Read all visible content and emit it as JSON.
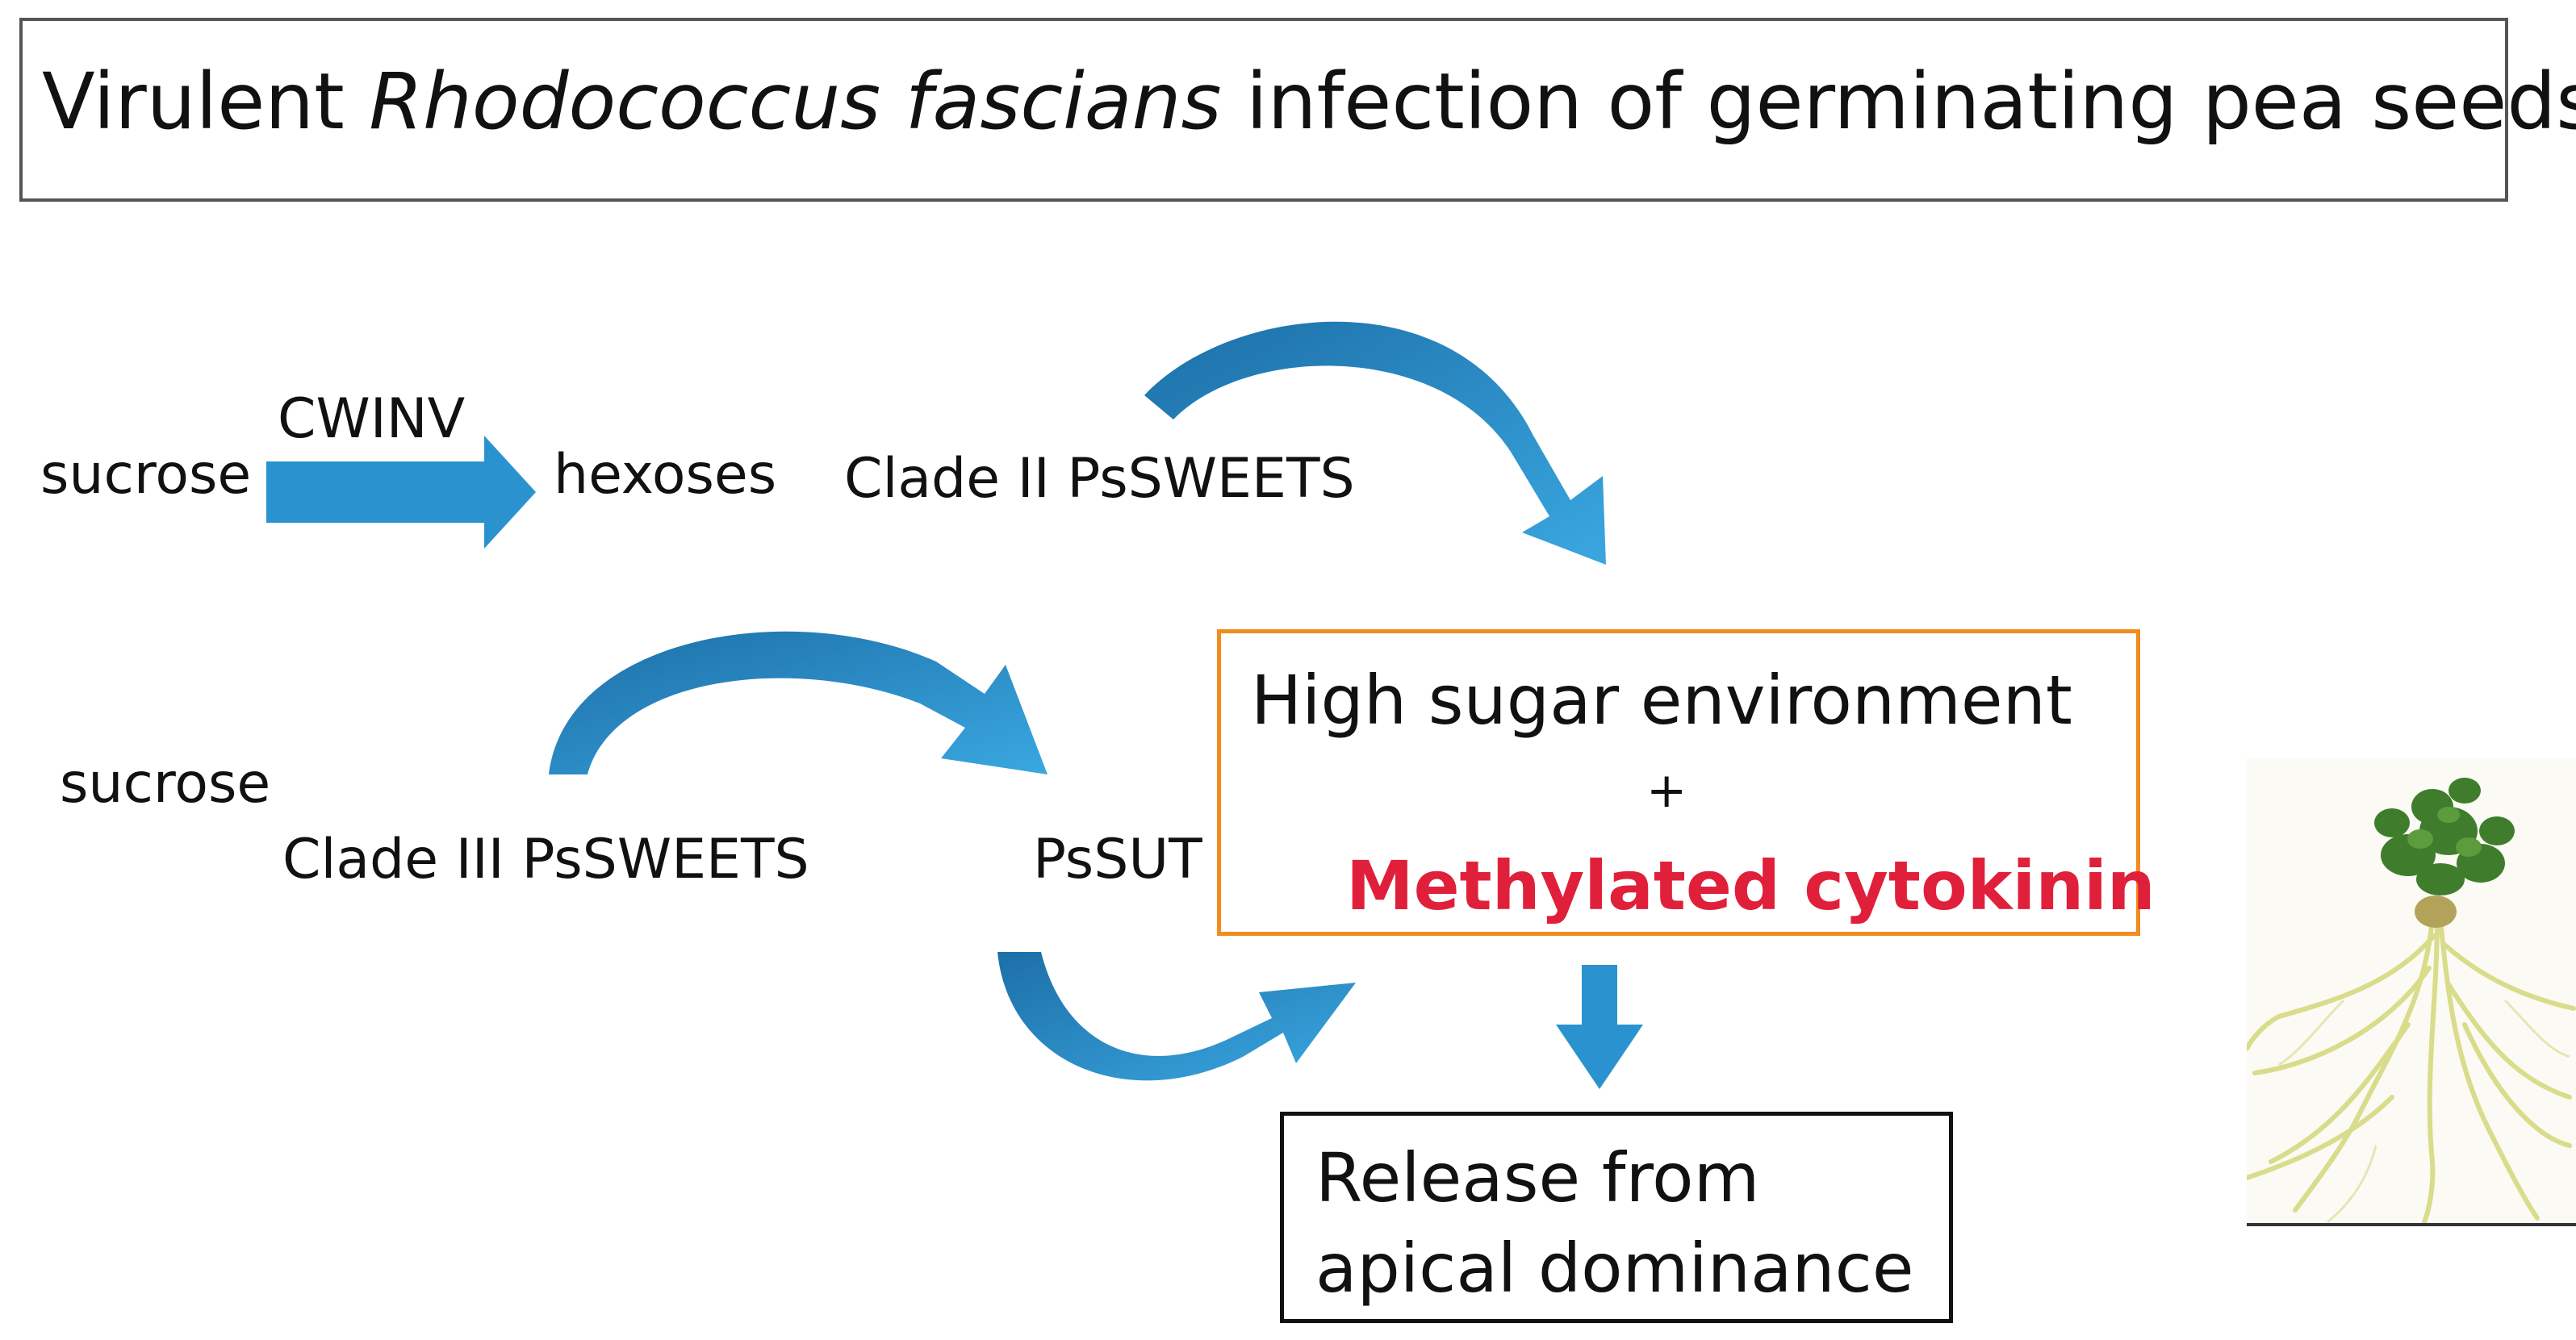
{
  "title": {
    "prefix": "Virulent ",
    "italic": "Rhodococcus fascians",
    "suffix": " infection of germinating pea seeds"
  },
  "labels": {
    "sucrose_top": "sucrose",
    "cwinv": "CWINV",
    "hexoses": "hexoses",
    "clade2": "Clade II PsSWEETS",
    "sucrose_mid": "sucrose",
    "clade3": "Clade III PsSWEETS",
    "pssut": "PsSUT"
  },
  "center_box": {
    "line1": "High sugar environment",
    "plus": "+",
    "line2": "Methylated cytokinin"
  },
  "outcome_box": {
    "line1": "Release from",
    "line2": "apical dominance"
  },
  "colors": {
    "arrow": "#2a93cf",
    "center_border": "#f28c1e",
    "highlight_text": "#e0203a"
  }
}
